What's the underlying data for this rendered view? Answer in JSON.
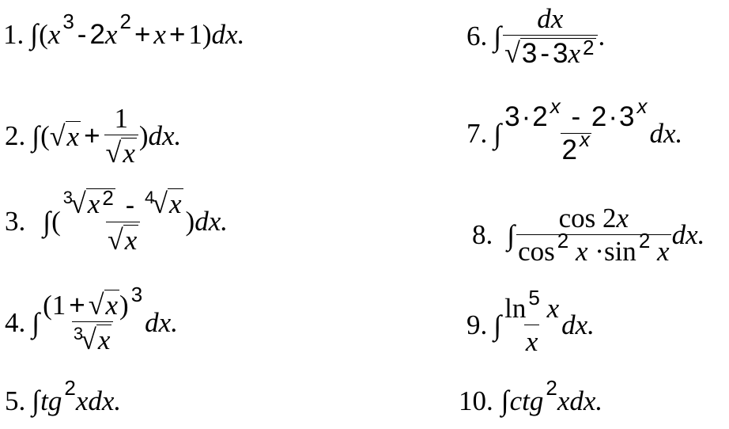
{
  "problems": [
    {
      "num": "1."
    },
    {
      "num": "2."
    },
    {
      "num": "3."
    },
    {
      "num": "4."
    },
    {
      "num": "5."
    },
    {
      "num": "6."
    },
    {
      "num": "7."
    },
    {
      "num": "8."
    },
    {
      "num": "9."
    },
    {
      "num": "10."
    }
  ],
  "t": {
    "integral": "∫",
    "dx": "dx.",
    "dx_plain": "dx",
    "x": "x",
    "one": "1",
    "two": "2",
    "three": "3",
    "four": "4",
    "five": "5",
    "minus": "-",
    "plus": "+",
    "dot": "·",
    "lparen": "(",
    "rparen": ")",
    "period": ".",
    "sqrt": "√",
    "tg": "tg",
    "ctg": "ctg",
    "cos": "cos",
    "sin": "sin",
    "ln": "ln",
    "xdx": "xdx."
  }
}
